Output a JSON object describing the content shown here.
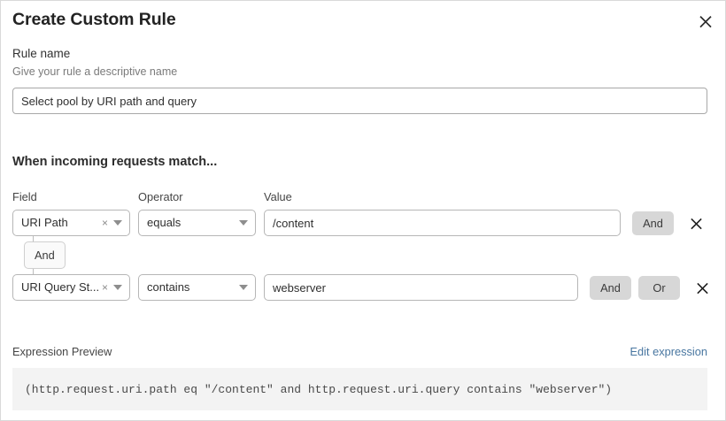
{
  "dialog": {
    "title": "Create Custom Rule",
    "close_icon": "close-icon"
  },
  "rule_name": {
    "label": "Rule name",
    "help": "Give your rule a descriptive name",
    "value": "Select pool by URI path and query",
    "placeholder": "Enter rule name"
  },
  "match_section": {
    "heading": "When incoming requests match...",
    "columns": {
      "field": "Field",
      "operator": "Operator",
      "value": "Value"
    },
    "connector": {
      "label": "And"
    },
    "rows": [
      {
        "field": "URI Path",
        "operator": "equals",
        "value": "/content",
        "value_placeholder": "Enter value",
        "buttons": [
          "And"
        ],
        "delete_icon": "close-icon"
      },
      {
        "field": "URI Query St...",
        "operator": "contains",
        "value": "webserver",
        "value_placeholder": "Enter value",
        "buttons": [
          "And",
          "Or"
        ],
        "delete_icon": "close-icon"
      }
    ]
  },
  "expression_preview": {
    "label": "Expression Preview",
    "edit_link": "Edit expression",
    "expression": "(http.request.uri.path eq \"/content\" and http.request.uri.query contains \"webserver\")"
  },
  "colors": {
    "link": "#4876a0",
    "button_bg": "#d7d7d7",
    "code_bg": "#f3f3f3"
  }
}
